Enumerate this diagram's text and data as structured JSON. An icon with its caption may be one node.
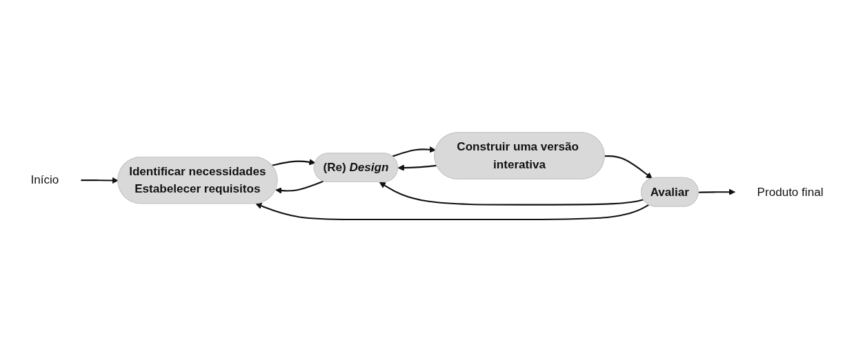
{
  "diagram": {
    "nodes": [
      {
        "text": [
          "Início"
        ]
      },
      {
        "text": [
          "Identificar necessidades",
          "Estabelecer requisitos"
        ]
      },
      {
        "text": [
          "(Re) *Design*"
        ]
      },
      {
        "text": [
          "Avaliar"
        ]
      },
      {
        "text": [
          "Construir uma versão interativa"
        ]
      },
      {
        "text": [
          "Produto final"
        ]
      }
    ],
    "edges": [
      {
        "from": 0,
        "to": 1,
        "arrow": "to"
      },
      {
        "from": 1,
        "to": 2,
        "arrow": "to"
      },
      {
        "from": 2,
        "to": 1,
        "arrow": "to"
      },
      {
        "from": 3,
        "to": 1,
        "arrow": "to"
      },
      {
        "from": 3,
        "to": 2,
        "arrow": "to"
      },
      {
        "from": 2,
        "to": 4,
        "arrow": "to"
      },
      {
        "from": 4,
        "to": 2,
        "arrow": "to"
      },
      {
        "from": 4,
        "to": 3,
        "arrow": "to"
      },
      {
        "from": 3,
        "to": 5,
        "arrow": "to"
      }
    ]
  }
}
